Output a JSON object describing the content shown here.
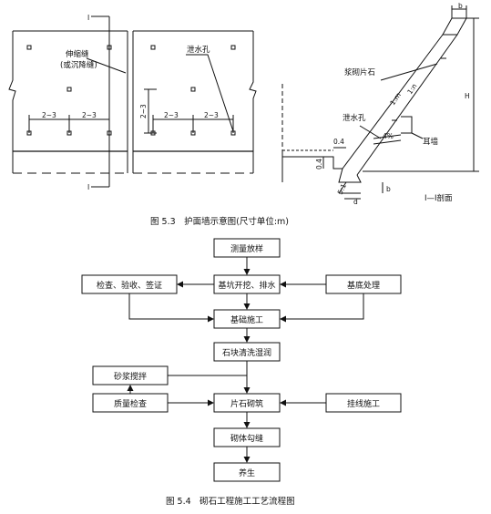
{
  "fig53": {
    "left": {
      "section_mark": "I",
      "joint_label_1": "伸缩缝",
      "joint_label_2": "(或沉降缝)",
      "dim_a": "2~3",
      "dim_b": "2~3"
    },
    "middle": {
      "weep_label": "泄水孔",
      "dim_v": "2~3",
      "dim_a": "2~3",
      "dim_b": "2~3"
    },
    "section": {
      "stone_label": "浆砌片石",
      "weep_label": "泄水孔",
      "slope_pct": "4%",
      "ear_wall": "耳墙",
      "slope_1": "1:m",
      "slope_2": "1:n",
      "slope_3": "5:1",
      "dim_04a": "0.4",
      "dim_04b": "0.4",
      "b_top": "b",
      "b_bottom": "b",
      "d": "d",
      "H": "H",
      "section_name": "I—I剖面"
    },
    "caption": "图 5.3　护面墙示意图(尺寸单位:m)"
  },
  "fig54": {
    "steps": [
      "测量放样",
      "基坑开挖、排水",
      "基础施工",
      "石块清洗湿润",
      "片石砌筑",
      "砌体勾缝",
      "养生"
    ],
    "side": {
      "inspect": "检查、验收、签证",
      "base_treat": "基底处理",
      "mortar": "砂浆搅拌",
      "quality": "质量检查",
      "line_work": "挂线施工"
    },
    "caption": "图 5.4　砌石工程施工工艺流程图"
  }
}
